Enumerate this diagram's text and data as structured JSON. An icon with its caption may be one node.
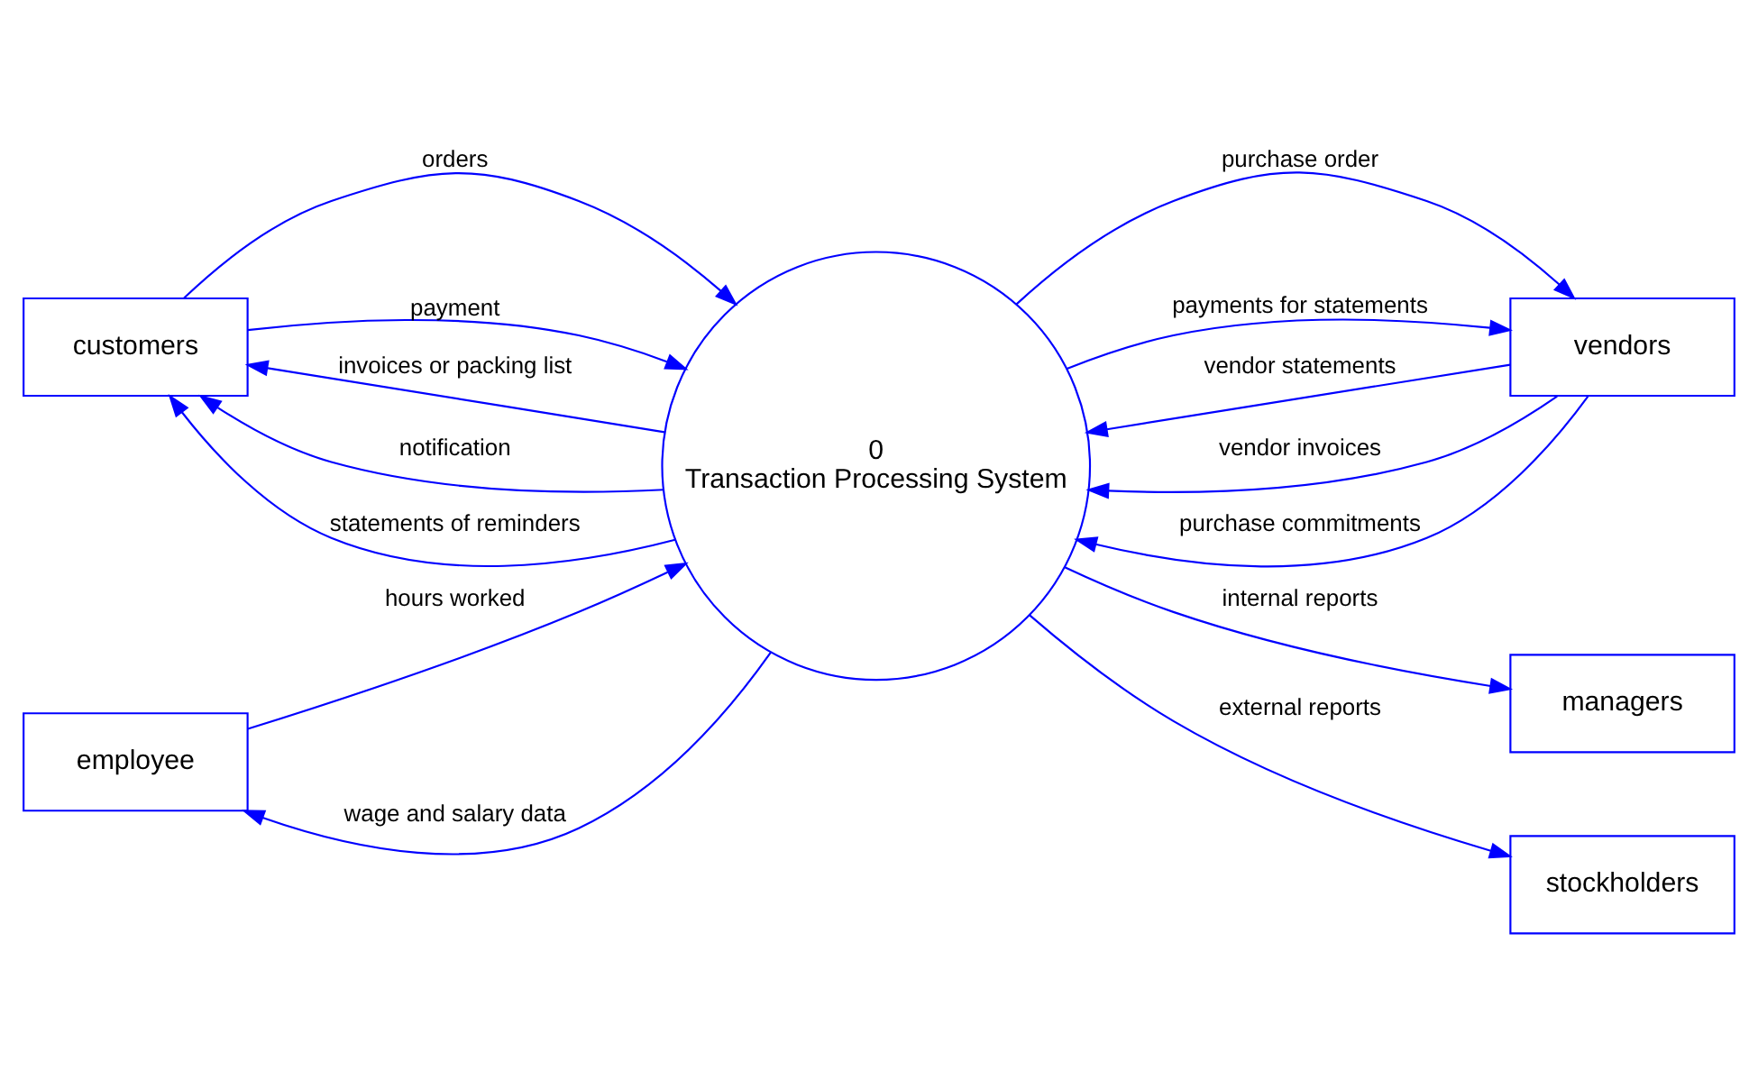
{
  "diagram": {
    "nodes": [
      {
        "text": [
          "customers"
        ]
      },
      {
        "text": [
          "0",
          "Transaction Processing System"
        ]
      },
      {
        "text": [
          "vendors"
        ]
      },
      {
        "text": [
          "employee"
        ]
      },
      {
        "text": [
          "managers"
        ]
      },
      {
        "text": [
          "stockholders"
        ]
      }
    ],
    "edges": [
      {
        "from": 1,
        "to": 0,
        "arrow": "to",
        "label": "invoices or packing list"
      },
      {
        "from": 0,
        "to": 1,
        "arrow": "to",
        "label": "orders"
      },
      {
        "from": 1,
        "to": 0,
        "arrow": "to",
        "label": "notification"
      },
      {
        "from": 0,
        "to": 1,
        "arrow": "to",
        "label": "payment"
      },
      {
        "from": 1,
        "to": 0,
        "arrow": "to",
        "label": "statements of reminders"
      },
      {
        "from": 2,
        "to": 1,
        "arrow": "to",
        "label": "vendor statements"
      },
      {
        "from": 2,
        "to": 1,
        "arrow": "to",
        "label": "vendor invoices"
      },
      {
        "from": 1,
        "to": 2,
        "arrow": "to",
        "label": "purchase order"
      },
      {
        "from": 2,
        "to": 1,
        "arrow": "to",
        "label": "purchase commitments"
      },
      {
        "from": 1,
        "to": 2,
        "arrow": "to",
        "label": "payments for statements"
      },
      {
        "from": 1,
        "to": 3,
        "arrow": "to",
        "label": "wage and salary data"
      },
      {
        "from": 3,
        "to": 1,
        "arrow": "to",
        "label": "hours worked"
      },
      {
        "from": 1,
        "to": 4,
        "arrow": "to",
        "label": "internal reports"
      },
      {
        "from": 1,
        "to": 5,
        "arrow": "to",
        "label": "external reports"
      }
    ]
  }
}
